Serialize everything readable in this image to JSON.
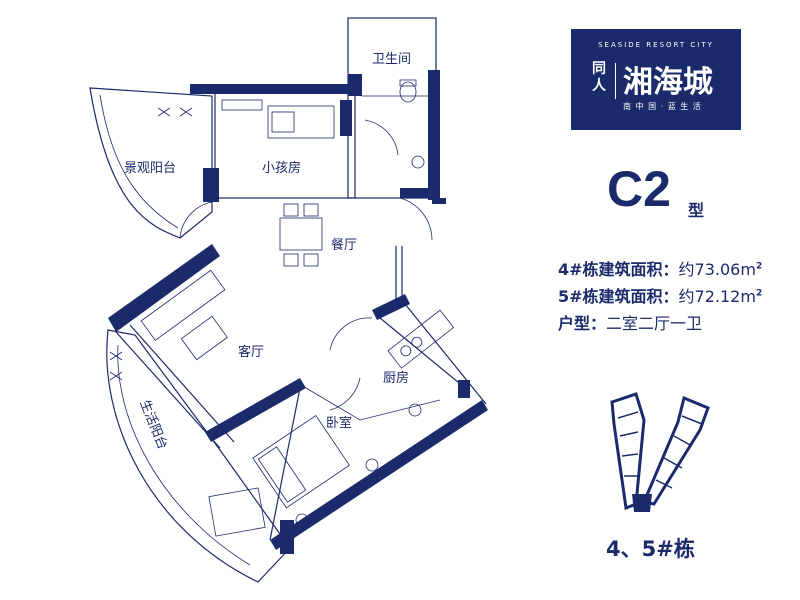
{
  "logo": {
    "english": "SEASIDE RESORT CITY",
    "left_text": "同人",
    "name": "湘海城",
    "slogan": "南 中 国 · 蓝 生 活"
  },
  "unit": {
    "type": "C2",
    "type_suffix": "型",
    "specs": [
      {
        "label": "4#栋建筑面积：",
        "value": "约73.06m",
        "sup": "2"
      },
      {
        "label": "5#栋建筑面积：",
        "value": "约72.12m",
        "sup": "2"
      },
      {
        "label": "户型：",
        "value": "二室二厅一卫",
        "sup": ""
      }
    ],
    "building_label": "4、5#栋"
  },
  "rooms": {
    "bathroom": "卫生间",
    "view_balcony": "景观阳台",
    "kids_room": "小孩房",
    "dining": "餐厅",
    "living": "客厅",
    "kitchen": "厨房",
    "bedroom": "卧室",
    "service_balcony": "生活阳台"
  },
  "colors": {
    "brand": "#1b2a6b",
    "background": "#ffffff"
  }
}
